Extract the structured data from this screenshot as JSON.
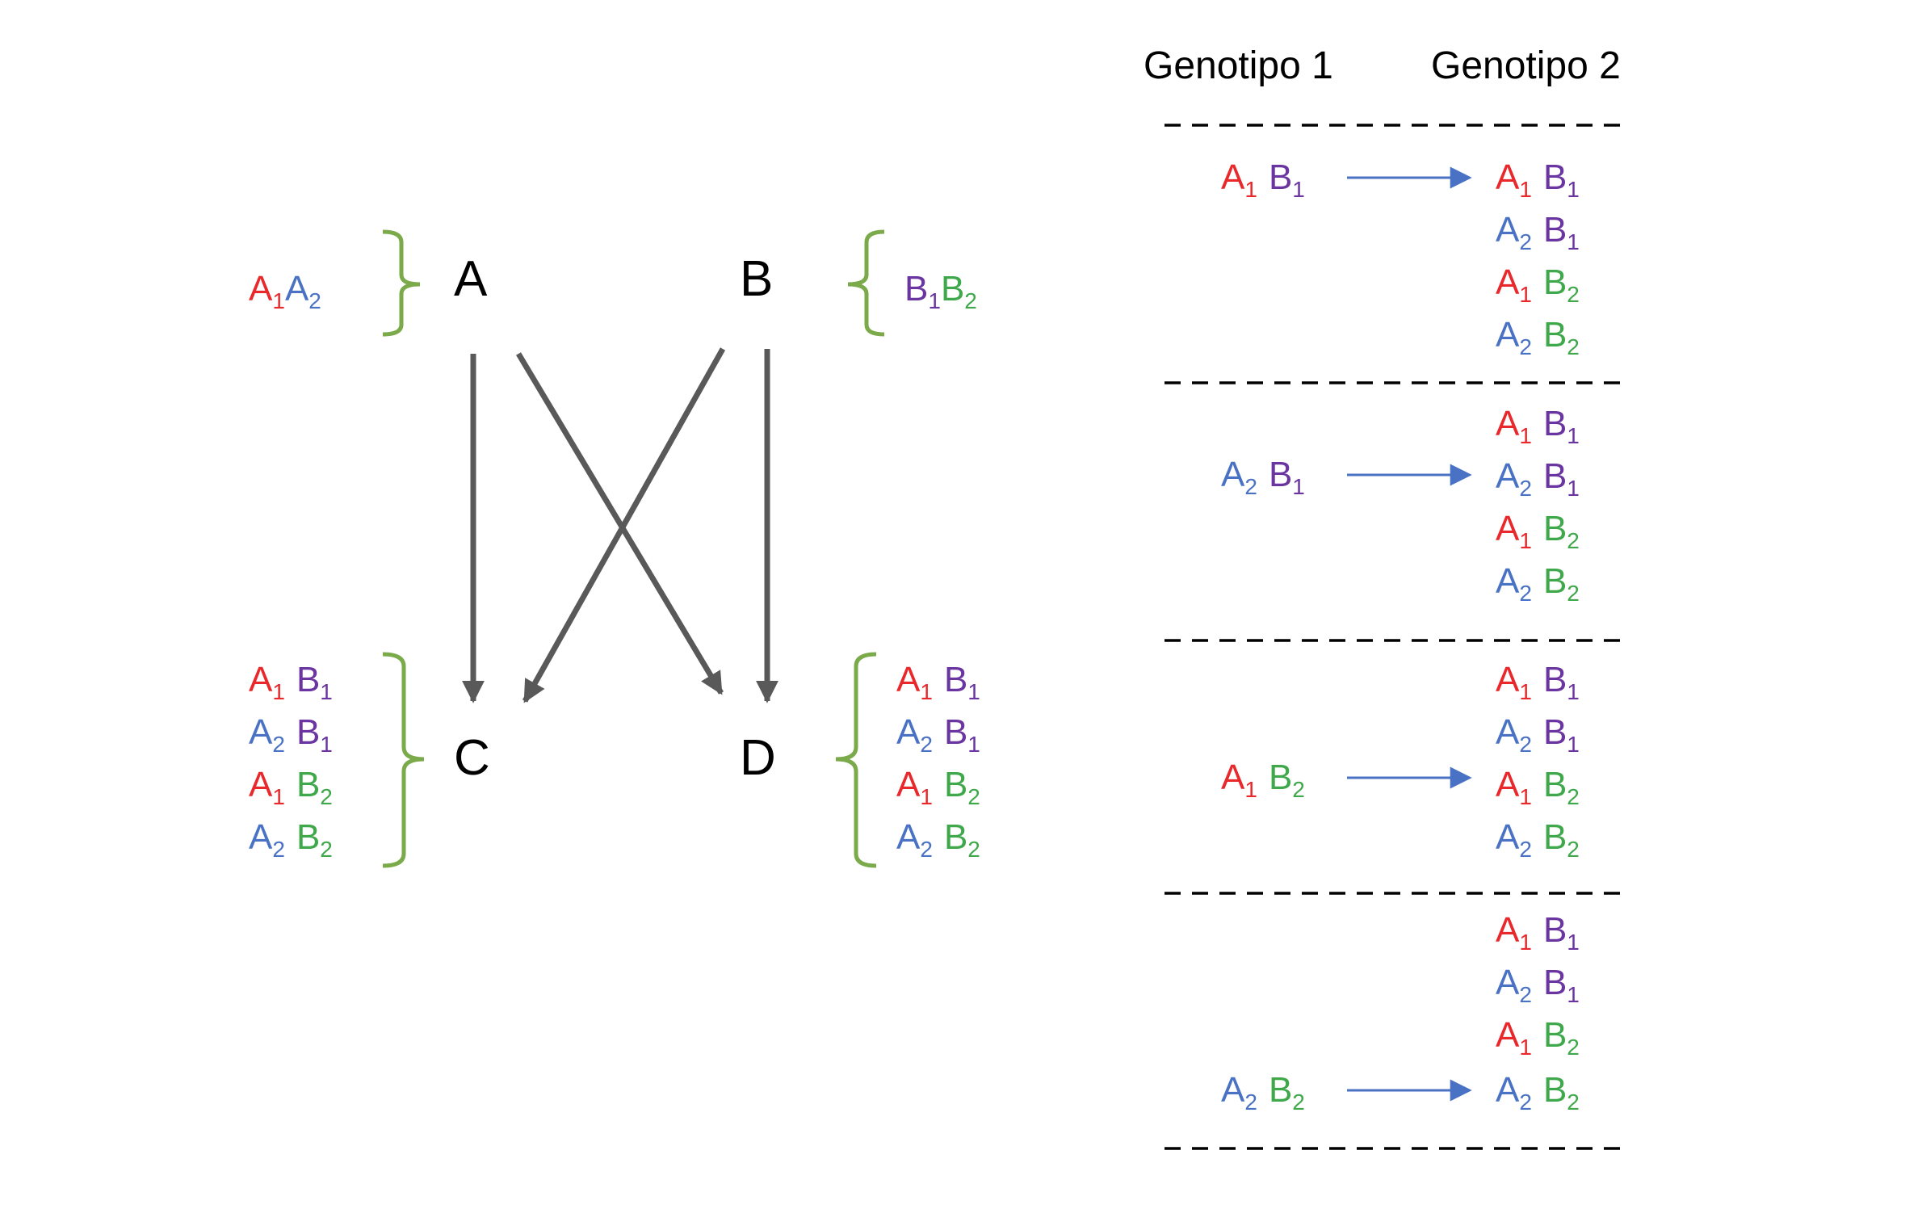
{
  "colors": {
    "A1": "#e8282b",
    "A2": "#4a72c4",
    "B1": "#6a35a0",
    "B2": "#3fa84a",
    "bracket": "#7aaa4a",
    "main_arrow": "#595959",
    "blue_arrow": "#4a72c4",
    "dash": "#000000"
  },
  "nodes": {
    "A": "A",
    "B": "B",
    "C": "C",
    "D": "D"
  },
  "node_labels": {
    "A": {
      "l1": "A",
      "s1": "1",
      "l2": "A",
      "s2": "2"
    },
    "B": {
      "l1": "B",
      "s1": "1",
      "l2": "B",
      "s2": "2"
    }
  },
  "offspring_genotypes": [
    {
      "a": "A",
      "as": "1",
      "b": "B",
      "bs": "1"
    },
    {
      "a": "A",
      "as": "2",
      "b": "B",
      "bs": "1"
    },
    {
      "a": "A",
      "as": "1",
      "b": "B",
      "bs": "2"
    },
    {
      "a": "A",
      "as": "2",
      "b": "B",
      "bs": "2"
    }
  ],
  "table": {
    "header_1": "Genotipo 1",
    "header_2": "Genotipo 2",
    "rows": [
      {
        "g1": {
          "a": "A",
          "as": "1",
          "b": "B",
          "bs": "1"
        }
      },
      {
        "g1": {
          "a": "A",
          "as": "2",
          "b": "B",
          "bs": "1"
        }
      },
      {
        "g1": {
          "a": "A",
          "as": "1",
          "b": "B",
          "bs": "2"
        }
      },
      {
        "g1": {
          "a": "A",
          "as": "2",
          "b": "B",
          "bs": "2"
        }
      }
    ]
  }
}
